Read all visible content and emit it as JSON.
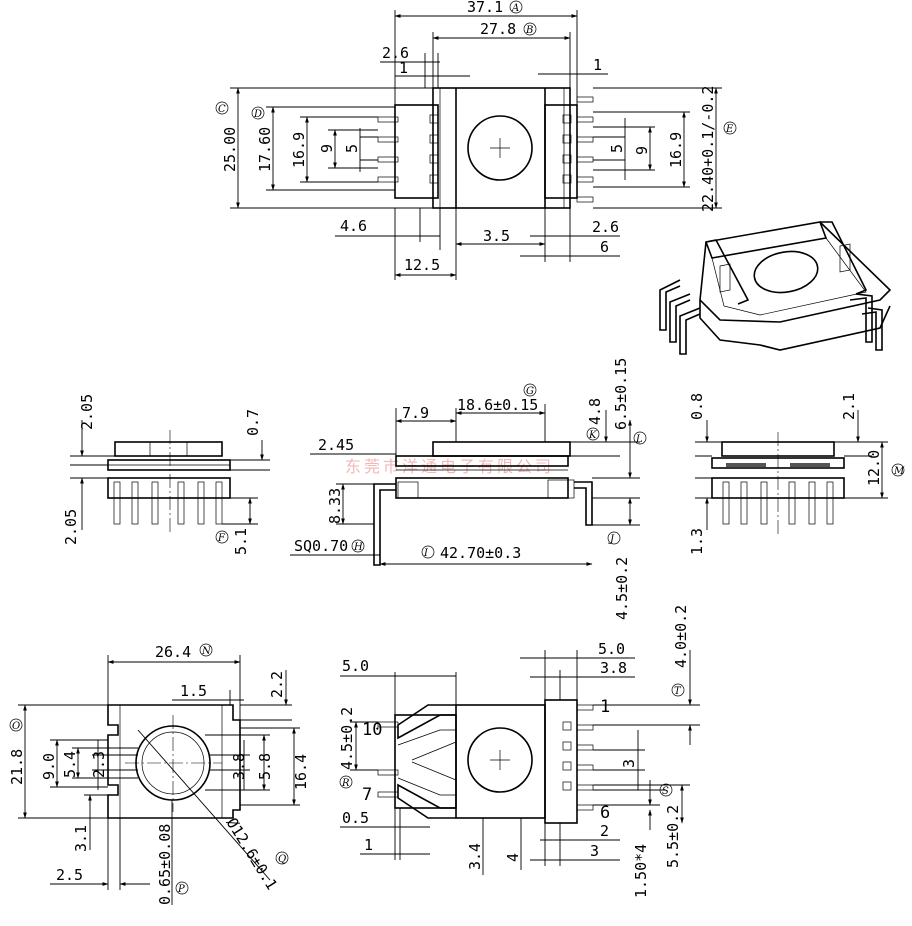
{
  "watermark": "东莞市洋通电子有限公司",
  "top_view": {
    "dim_a": "37.1",
    "dim_b": "27.8",
    "dim_2_6_top": "2.6",
    "dim_1_left": "1",
    "dim_1_right": "1",
    "dim_c": "25.00",
    "dim_d": "17.60",
    "dim_16_9_l": "16.9",
    "dim_9_l": "9",
    "dim_5_l": "5",
    "dim_5_r": "5",
    "dim_9_r": "9",
    "dim_16_9_r": "16.9",
    "dim_e": "22.40+0.1/-0.2",
    "dim_4_6": "4.6",
    "dim_3_5": "3.5",
    "dim_2_6_b": "2.6",
    "dim_6": "6",
    "dim_12_5": "12.5"
  },
  "side_left": {
    "dim_2_05_t": "2.05",
    "dim_0_7": "0.7",
    "dim_2_05_b": "2.05",
    "dim_5_1": "5.1"
  },
  "side_center": {
    "dim_7_9": "7.9",
    "dim_18_6": "18.6±0.15",
    "dim_4_8": "4.8",
    "dim_6_5": "6.5±0.15",
    "dim_2_45": "2.45",
    "dim_8_33": "8.33",
    "dim_sq": "SQ0.70",
    "dim_42_7": "42.70±0.3",
    "dim_4_5": "4.5±0.2"
  },
  "side_right": {
    "dim_0_8": "0.8",
    "dim_2_1": "2.1",
    "dim_12_0": "12.0",
    "dim_1_3": "1.3"
  },
  "bottom_left": {
    "dim_26_4": "26.4",
    "dim_1_5": "1.5",
    "dim_2_2": "2.2",
    "dim_21_8": "21.8",
    "dim_9_0": "9.0",
    "dim_5_4": "5.4",
    "dim_2_3": "2.3",
    "dim_3_8": "3.8",
    "dim_5_8": "5.8",
    "dim_16_4": "16.4",
    "dim_3_1": "3.1",
    "dim_2_5": "2.5",
    "dim_0_65": "0.65±0.08",
    "dim_dia": "Ø12.6±0.1"
  },
  "bottom_right": {
    "dim_5_0_l": "5.0",
    "dim_5_0_r": "5.0",
    "dim_3_8": "3.8",
    "dim_4_0": "4.0±0.2",
    "dim_4_5": "4.5±0.2",
    "pin_10": "10",
    "pin_7": "7",
    "pin_1": "1",
    "pin_6": "6",
    "dim_3": "3",
    "dim_0_5": "0.5",
    "dim_1": "1",
    "dim_3_4": "3.4",
    "dim_4": "4",
    "dim_2": "2",
    "dim_3_b": "3",
    "dim_1_50": "1.50*4",
    "dim_5_5": "5.5±0.2"
  },
  "callouts": [
    "A",
    "B",
    "C",
    "D",
    "E",
    "F",
    "G",
    "H",
    "I",
    "J",
    "K",
    "L",
    "M",
    "N",
    "O",
    "P",
    "Q",
    "R",
    "S",
    "T"
  ]
}
